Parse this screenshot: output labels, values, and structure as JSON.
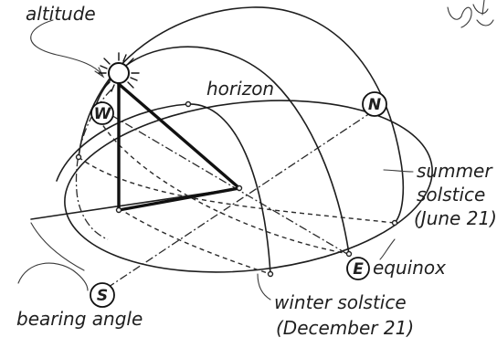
{
  "labels": {
    "altitude": "altitude",
    "horizon": "horizon",
    "summer_line1": "summer",
    "summer_line2": "solstice",
    "summer_line3": "(June 21)",
    "equinox": "equinox",
    "winter_line1": "winter solstice",
    "winter_line2": "(December 21)",
    "bearing_angle": "bearing angle"
  },
  "compass": {
    "north": "N",
    "south": "S",
    "east": "E",
    "west": "W"
  },
  "icons": [
    "sun-icon",
    "leaf-doodle-icon"
  ]
}
